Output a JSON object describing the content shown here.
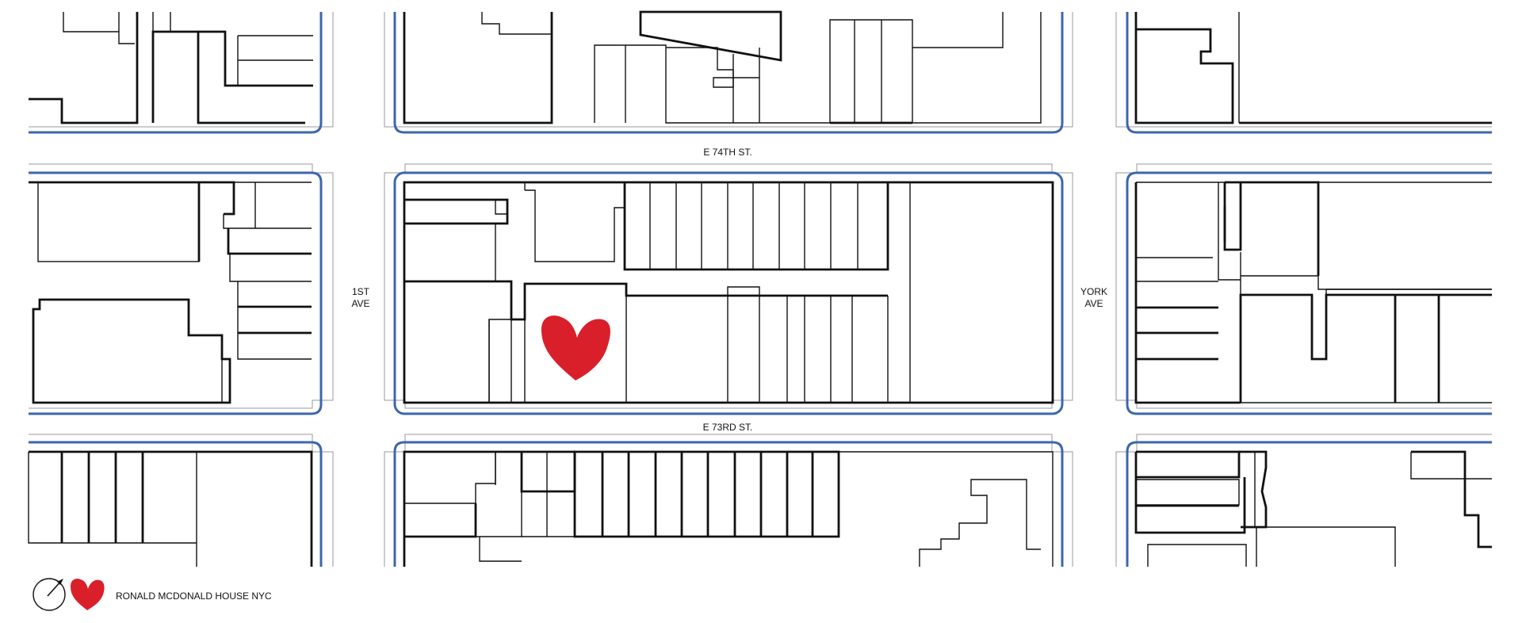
{
  "streets": {
    "e74": "E 74TH ST.",
    "e73": "E 73RD ST.",
    "first_ave_line1": "1ST",
    "first_ave_line2": "AVE",
    "york_ave_line1": "YORK",
    "york_ave_line2": "AVE"
  },
  "legend": {
    "label": "RONALD MCDONALD HOUSE NYC",
    "icons": [
      "north-arrow-icon",
      "heart-icon"
    ]
  },
  "colors": {
    "curb": "#3d66ad",
    "heart": "#d9202a",
    "building": "#111111",
    "sidewalk": "#9a9a9a"
  }
}
